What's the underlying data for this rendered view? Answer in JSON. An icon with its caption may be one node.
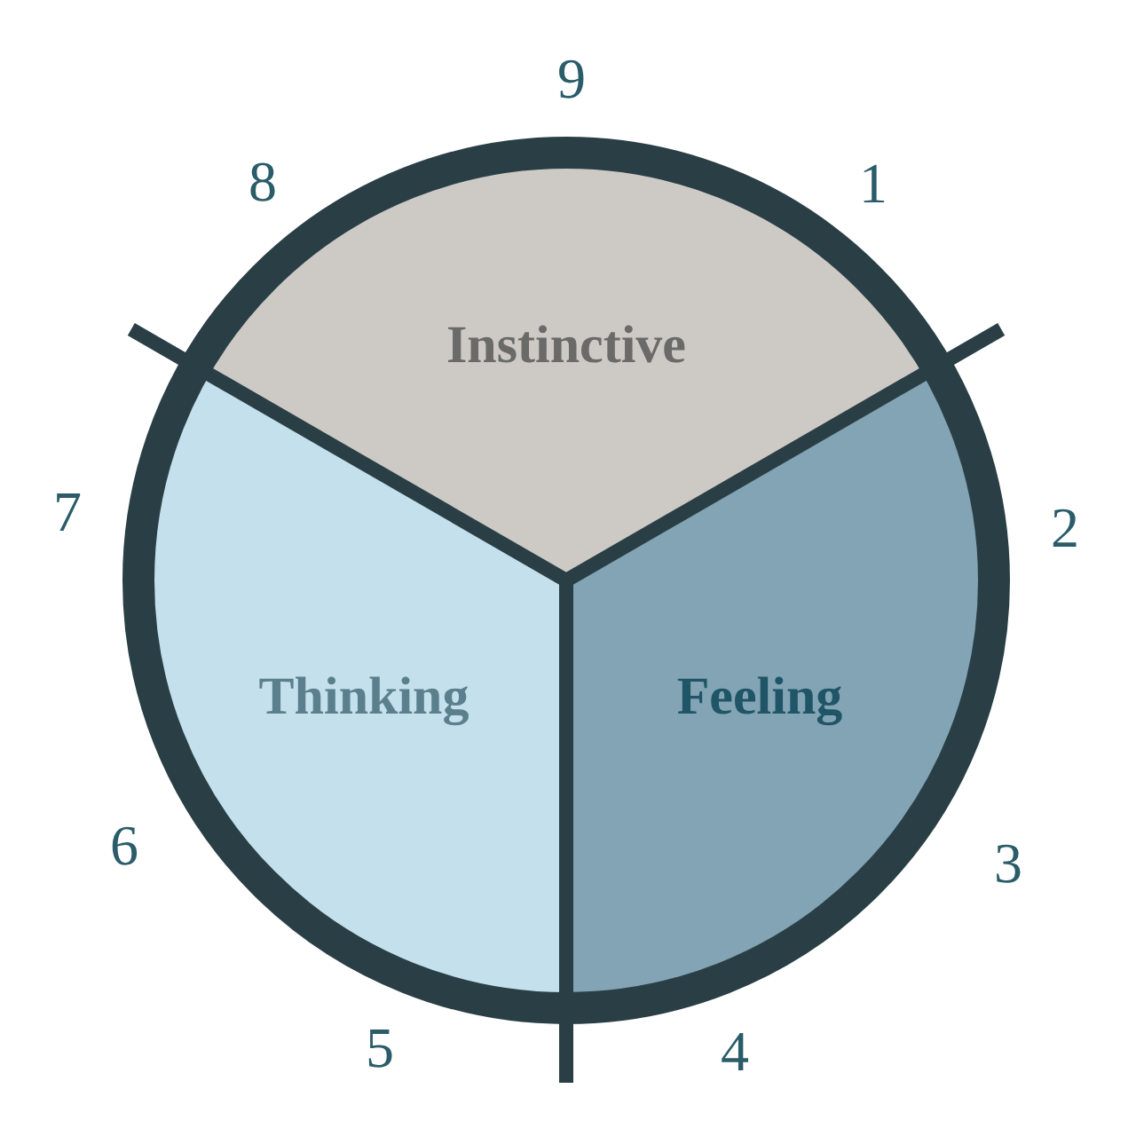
{
  "diagram": {
    "nodes": [
      {
        "text": [
          "Instinctive"
        ]
      },
      {
        "text": [
          "Thinking"
        ]
      },
      {
        "text": [
          "Feeling"
        ]
      }
    ],
    "labels": [
      "9",
      "8",
      "1",
      "7",
      "2",
      "6",
      "3",
      "5",
      "4"
    ]
  }
}
